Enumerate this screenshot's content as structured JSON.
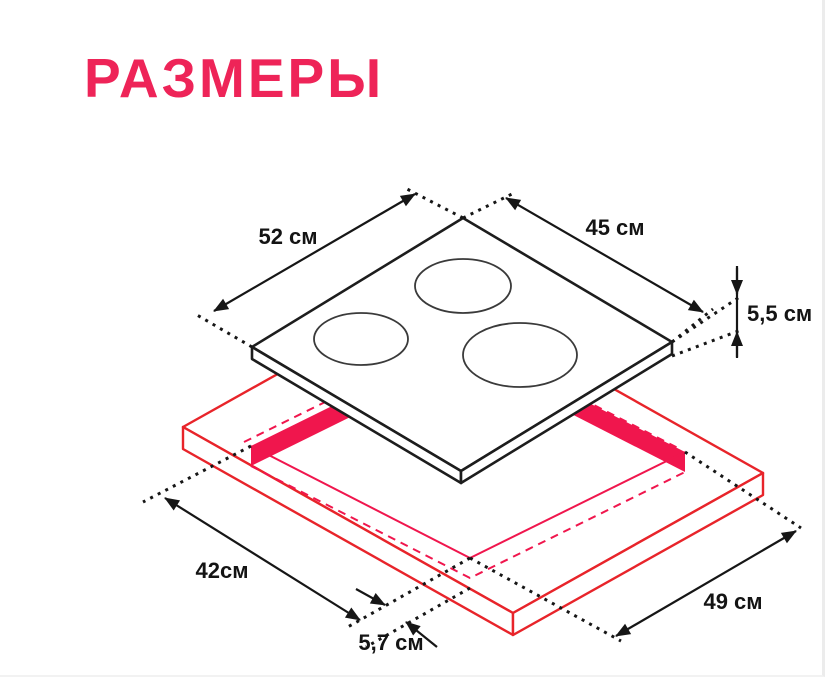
{
  "title": "РАЗМЕРЫ",
  "colors": {
    "accent": "#ee2458",
    "red": "#e8242a",
    "crimson": "#f0164d",
    "ink": "#161616"
  },
  "diagram": {
    "hob": {
      "width_label": "52 см",
      "depth_label": "45 см",
      "height_label": "5,5 см",
      "burners_count": 3
    },
    "cutout": {
      "width_label": "42см",
      "depth_label": "49 см",
      "edge_offset_label": "5,7 см"
    }
  }
}
